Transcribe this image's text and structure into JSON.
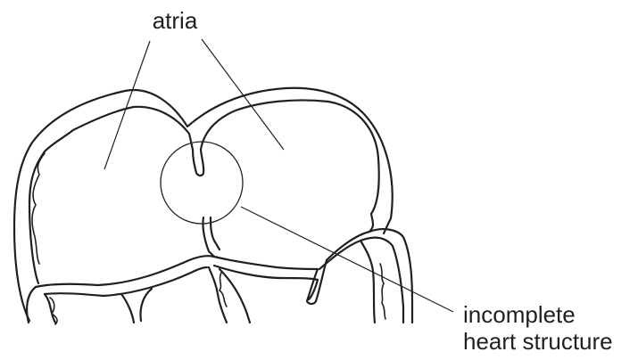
{
  "labels": {
    "top": "atria",
    "bottom_line1": "incomplete",
    "bottom_line2": "heart structure"
  },
  "colors": {
    "ink": "#231f20",
    "background": "#ffffff"
  }
}
